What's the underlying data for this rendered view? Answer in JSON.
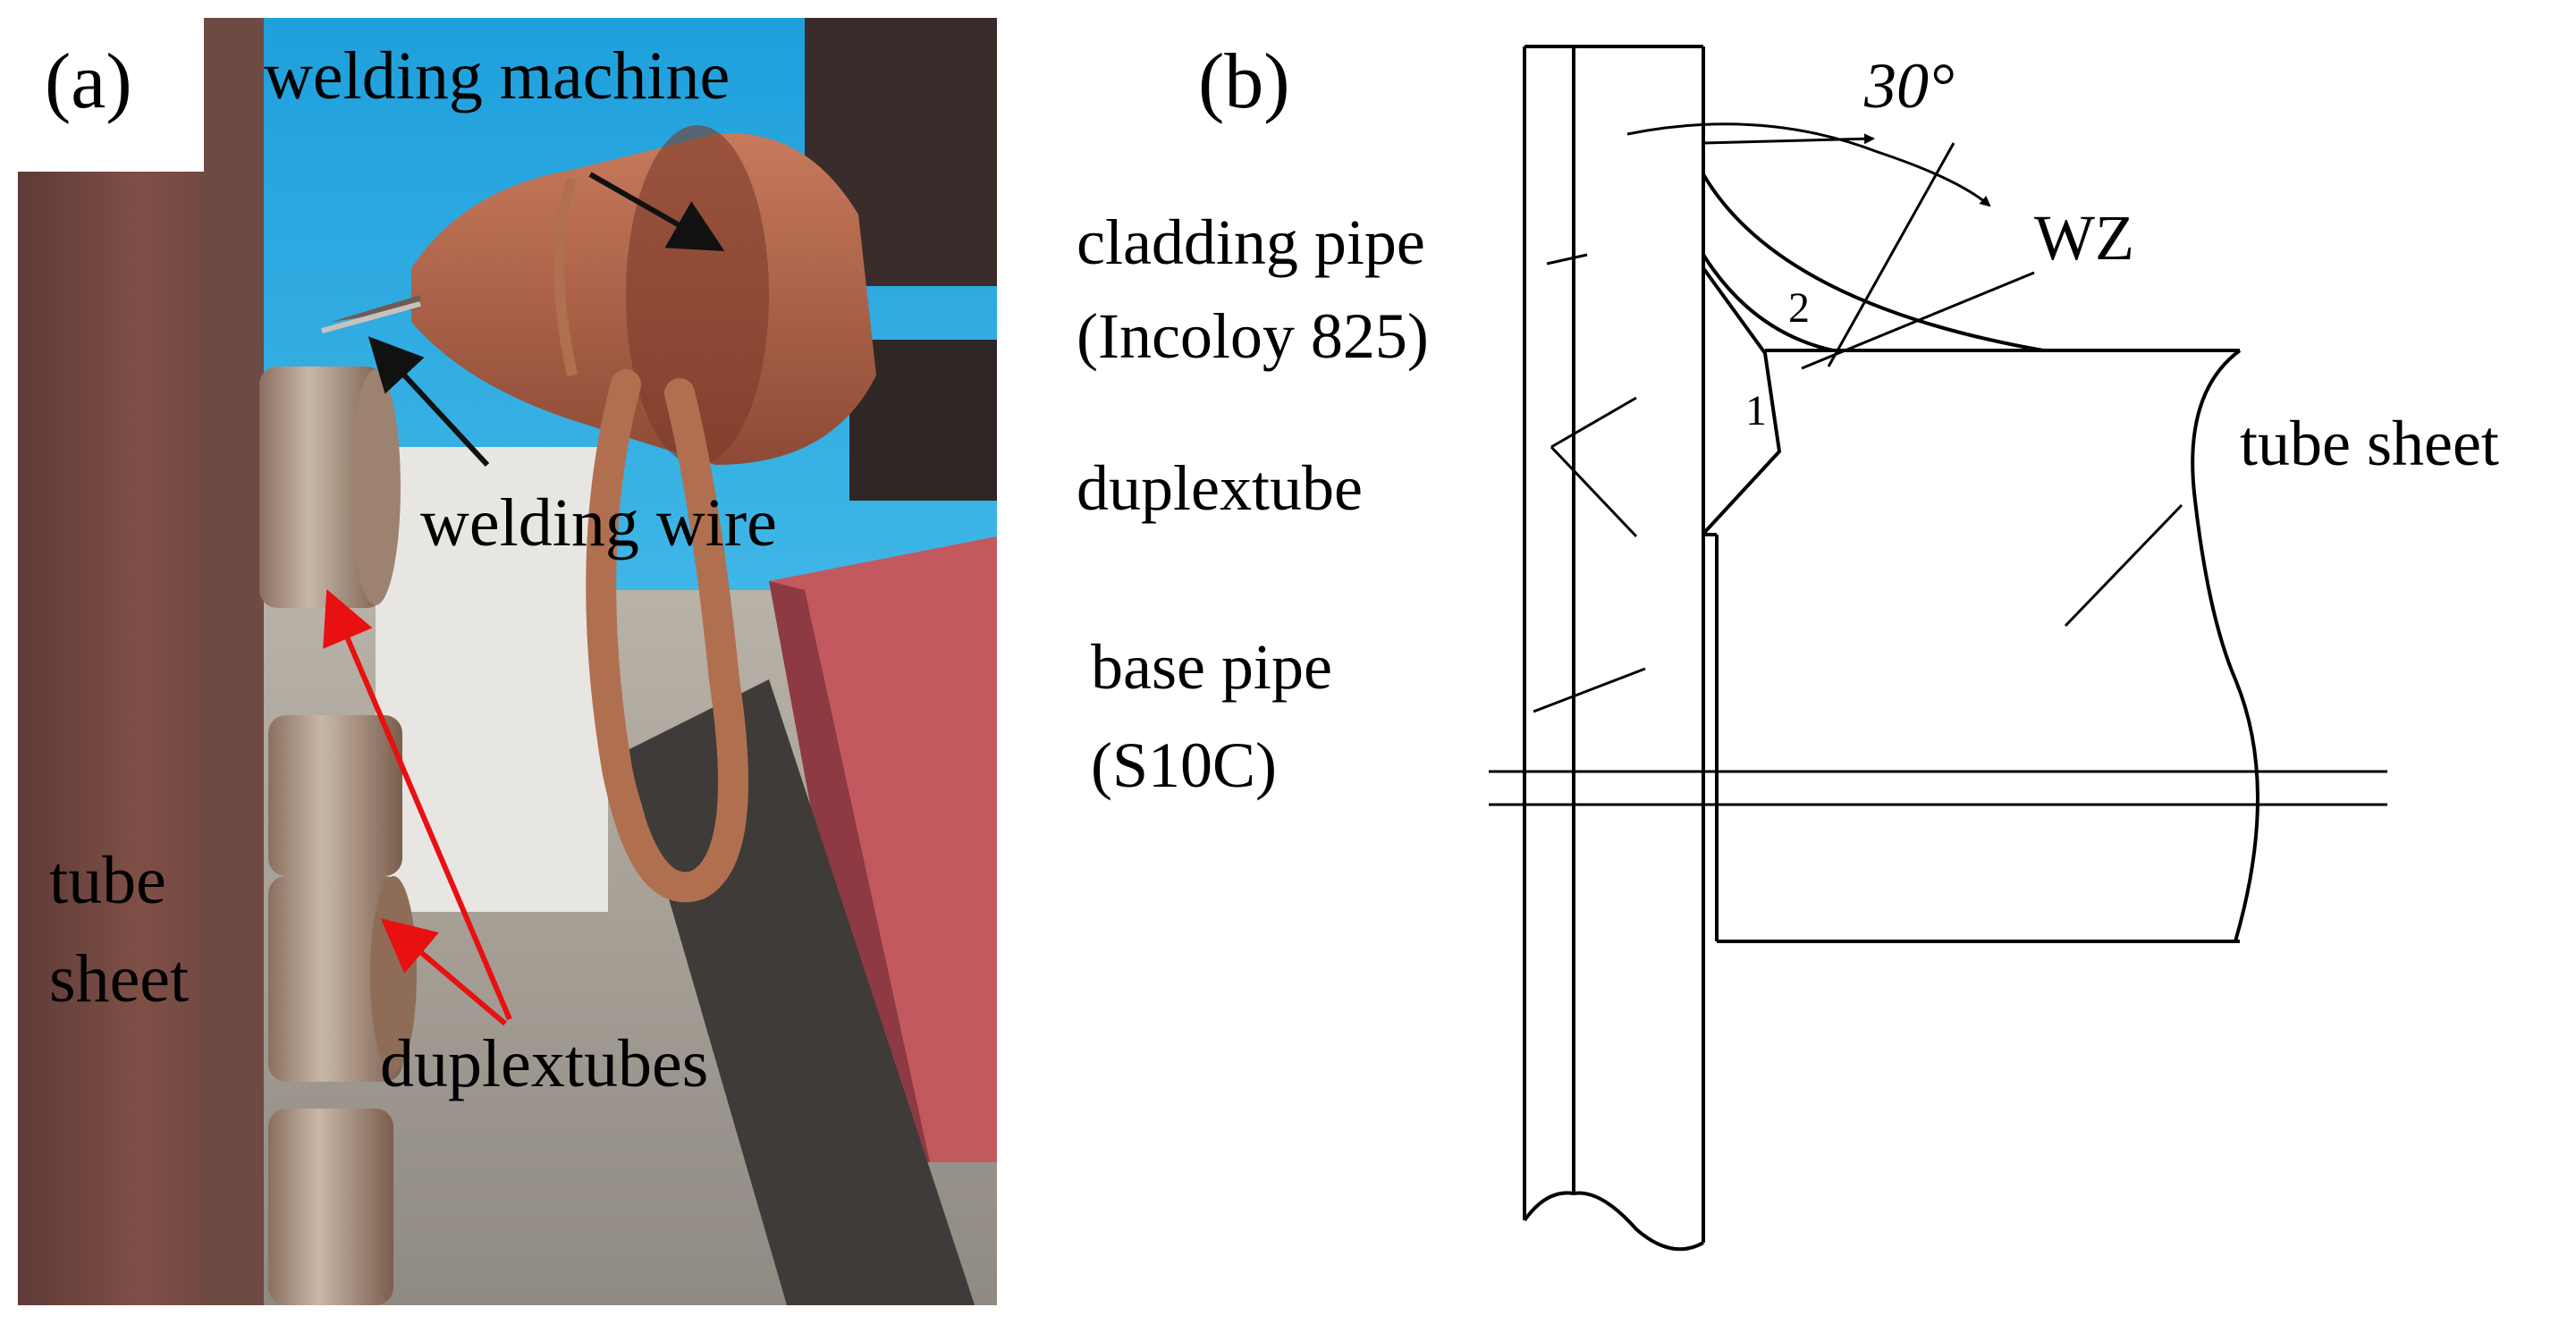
{
  "panel_a": {
    "tag": "(a)",
    "labels": {
      "welding_machine": "welding machine",
      "welding_wire": "welding wire",
      "tube_sheet_line1": "tube",
      "tube_sheet_line2": "sheet",
      "duplextubes": "duplextubes"
    },
    "colors": {
      "background_blue": "#2fa8e0",
      "sheet_brown": "#7a4b42",
      "torch_copper": "#b86a4f",
      "arrow_black": "#111111",
      "arrow_red": "#e81010"
    }
  },
  "panel_b": {
    "tag": "(b)",
    "labels": {
      "angle": "30°",
      "wz": "WZ",
      "cladding_line1": "cladding pipe",
      "cladding_line2": "(Incoloy 825)",
      "duplextube": "duplextube",
      "base_line1": "base pipe",
      "base_line2": "(S10C)",
      "tube_sheet": "tube sheet",
      "pass_1": "1",
      "pass_2": "2"
    },
    "colors": {
      "line": "#000000"
    }
  }
}
